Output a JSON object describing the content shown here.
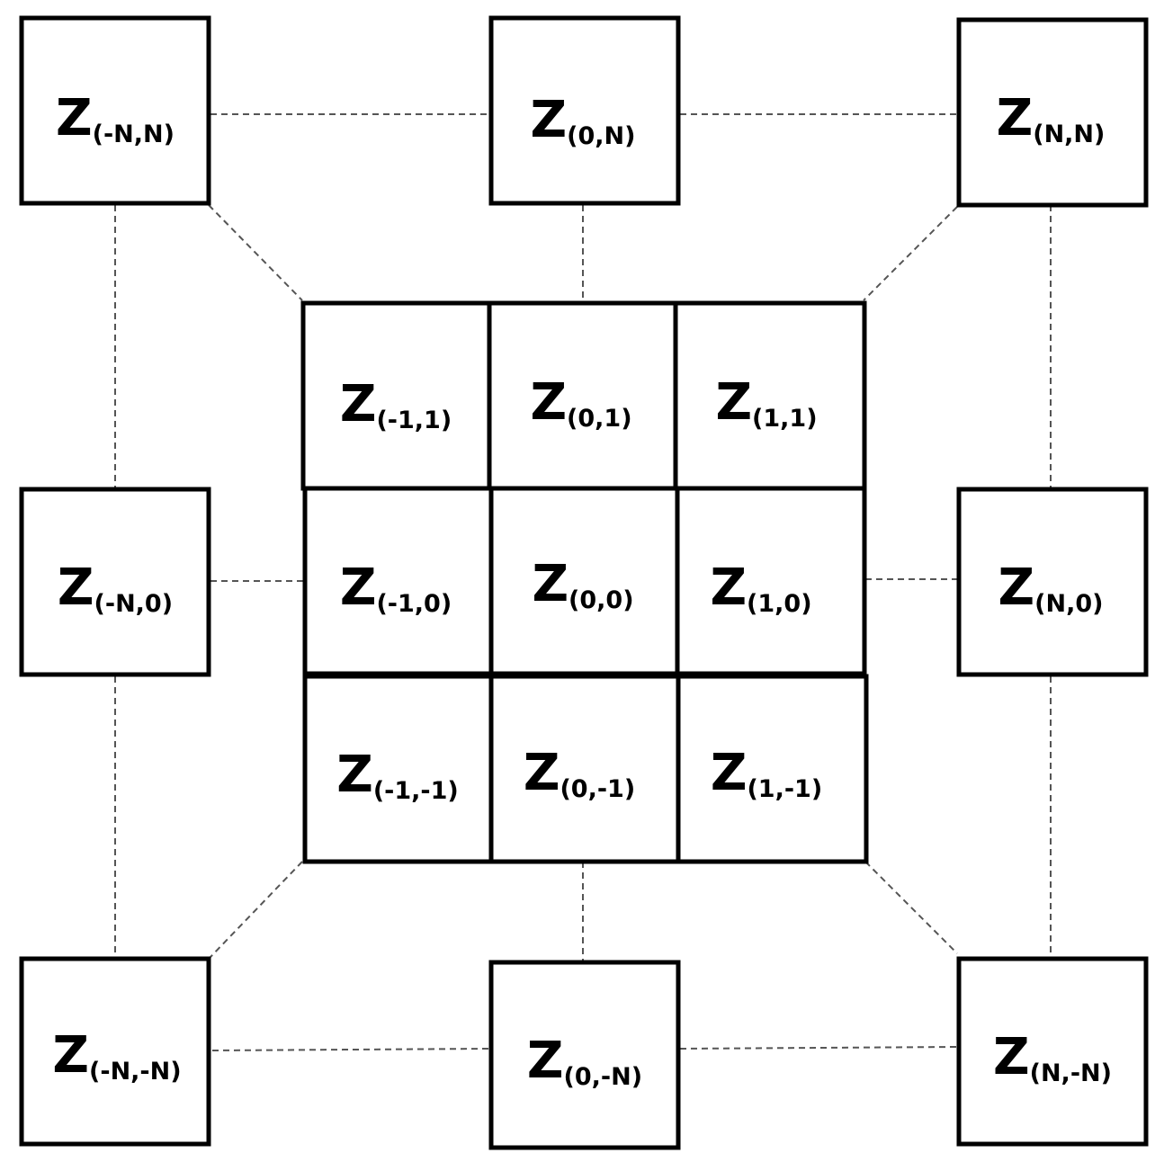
{
  "cells": [
    {
      "id": "neg-n-pos-n",
      "main": "Z",
      "sub": "(-N,N)"
    },
    {
      "id": "zero-pos-n",
      "main": "Z",
      "sub": "(0,N)"
    },
    {
      "id": "pos-n-pos-n",
      "main": "Z",
      "sub": "(N,N)"
    },
    {
      "id": "neg-n-zero",
      "main": "Z",
      "sub": "(-N,0)"
    },
    {
      "id": "pos-n-zero",
      "main": "Z",
      "sub": "(N,0)"
    },
    {
      "id": "neg-n-neg-n",
      "main": "Z",
      "sub": "(-N,-N)"
    },
    {
      "id": "zero-neg-n",
      "main": "Z",
      "sub": "(0,-N)"
    },
    {
      "id": "pos-n-neg-n",
      "main": "Z",
      "sub": "(N,-N)"
    },
    {
      "id": "neg1-pos1",
      "main": "Z",
      "sub": "(-1,1)"
    },
    {
      "id": "zero-pos1",
      "main": "Z",
      "sub": "(0,1)"
    },
    {
      "id": "pos1-pos1",
      "main": "Z",
      "sub": "(1,1)"
    },
    {
      "id": "neg1-zero",
      "main": "Z",
      "sub": "(-1,0)"
    },
    {
      "id": "zero-zero",
      "main": "Z",
      "sub": "(0,0)"
    },
    {
      "id": "pos1-zero",
      "main": "Z",
      "sub": "(1,0)"
    },
    {
      "id": "neg1-neg1",
      "main": "Z",
      "sub": "(-1,-1)"
    },
    {
      "id": "zero-neg1",
      "main": "Z",
      "sub": "(0,-1)"
    },
    {
      "id": "pos1-neg1",
      "main": "Z",
      "sub": "(1,-1)"
    }
  ],
  "colors": {
    "stroke": "#000000",
    "background": "#ffffff",
    "connector": "#555555"
  }
}
